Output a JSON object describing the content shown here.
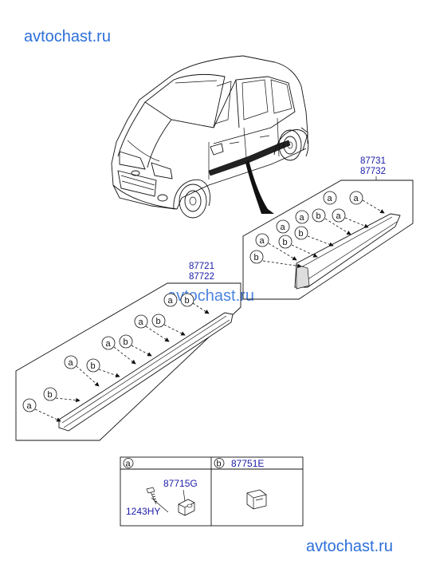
{
  "watermark": {
    "top_left": "avtochast.ru",
    "middle": "avtochast.ru",
    "bottom_right": "avtochast.ru"
  },
  "parts": {
    "rear_molding_codes": [
      "87731",
      "87732"
    ],
    "front_molding_codes": [
      "87721",
      "87722"
    ]
  },
  "legend": {
    "a": {
      "key": "a",
      "part_upper": "87715G",
      "part_lower": "1243HY"
    },
    "b": {
      "key": "b",
      "part": "87751E"
    }
  },
  "callouts": {
    "a": "a",
    "b": "b"
  }
}
